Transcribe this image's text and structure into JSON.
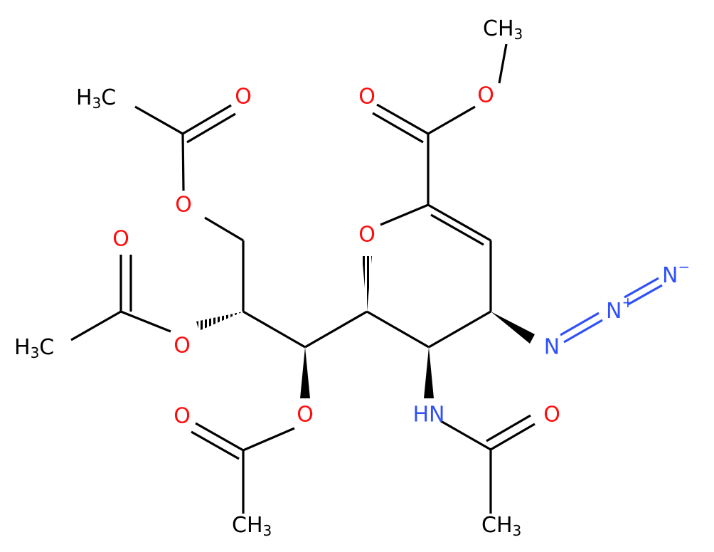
{
  "colors": {
    "bond": "#000000",
    "carbon": "#000000",
    "oxygen": "#ff0d0d",
    "nitrogen": "#3050f8",
    "background": "#ffffff"
  },
  "atoms": {
    "ester_methyl": {
      "main": "CH",
      "sub": "3"
    },
    "ester_carbonyl_o": "O",
    "ester_o": "O",
    "ring_o": "O",
    "acetyl1_methyl": {
      "main": "H",
      "sub": "3",
      "tail": "C"
    },
    "acetyl1_carbonyl_o": "O",
    "acetyl1_o": "O",
    "acetyl2_carbonyl_o": "O",
    "acetyl2_methyl": {
      "main": "H",
      "sub": "3",
      "tail": "C"
    },
    "acetyl2_o": "O",
    "acetyl3_o": "O",
    "acetyl3_carbonyl_o": "O",
    "acetyl3_methyl": {
      "main": "CH",
      "sub": "3"
    },
    "amide_nh": "HN",
    "amide_o": "O",
    "amide_methyl": {
      "main": "CH",
      "sub": "3"
    },
    "azide_n1": "N",
    "azide_n2": {
      "main": "N",
      "charge": "+"
    },
    "azide_n3": {
      "main": "N",
      "charge": "−"
    }
  }
}
